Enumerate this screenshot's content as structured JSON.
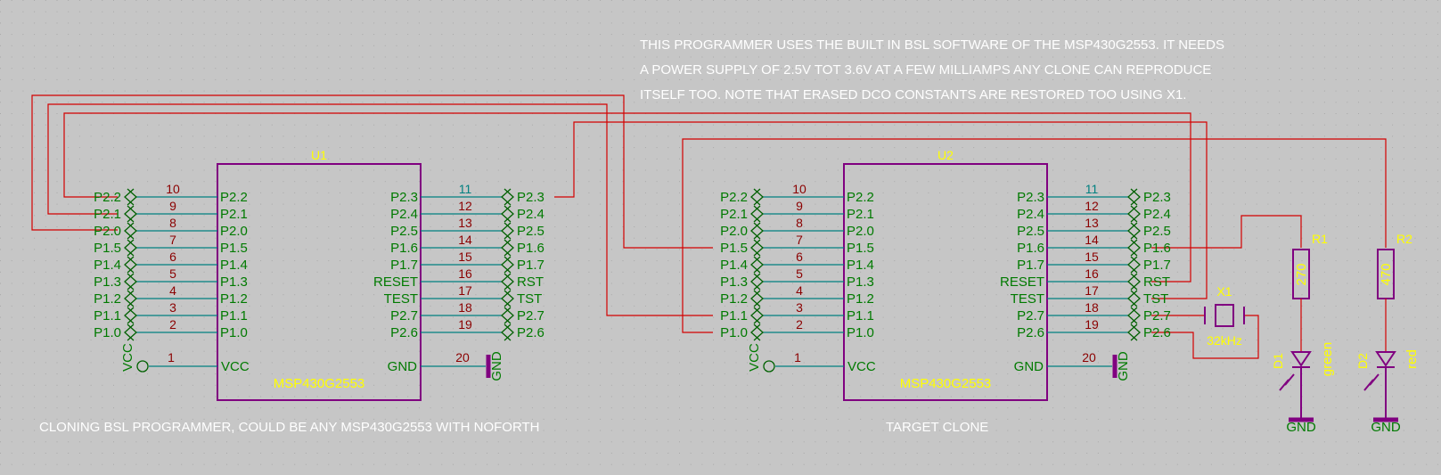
{
  "notes": {
    "top_line1": "THIS PROGRAMMER USES THE BUILT IN BSL SOFTWARE OF THE MSP430G2553. IT NEEDS",
    "top_line2": "A POWER SUPPLY OF 2.5V TOT 3.6V AT A FEW MILLIAMPS ANY CLONE CAN REPRODUCE",
    "top_line3": "ITSELF TOO. NOTE THAT ERASED DCO CONSTANTS ARE RESTORED TOO USING X1.",
    "u1_caption": "CLONING BSL PROGRAMMER, COULD BE ANY MSP430G2553 WITH NOFORTH",
    "u2_caption": "TARGET CLONE"
  },
  "chips": {
    "u1": {
      "ref": "U1",
      "value": "MSP430G2553"
    },
    "u2": {
      "ref": "U2",
      "value": "MSP430G2553"
    },
    "left_pins": [
      {
        "num": "10",
        "name": "P2.2",
        "label": "P2.2"
      },
      {
        "num": "9",
        "name": "P2.1",
        "label": "P2.1"
      },
      {
        "num": "8",
        "name": "P2.0",
        "label": "P2.0"
      },
      {
        "num": "7",
        "name": "P1.5",
        "label": "P1.5"
      },
      {
        "num": "6",
        "name": "P1.4",
        "label": "P1.4"
      },
      {
        "num": "5",
        "name": "P1.3",
        "label": "P1.3"
      },
      {
        "num": "4",
        "name": "P1.2",
        "label": "P1.2"
      },
      {
        "num": "3",
        "name": "P1.1",
        "label": "P1.1"
      },
      {
        "num": "2",
        "name": "P1.0",
        "label": "P1.0"
      }
    ],
    "right_pins": [
      {
        "num": "11",
        "name": "P2.3",
        "label": "P2.3"
      },
      {
        "num": "12",
        "name": "P2.4",
        "label": "P2.4"
      },
      {
        "num": "13",
        "name": "P2.5",
        "label": "P2.5"
      },
      {
        "num": "14",
        "name": "P1.6",
        "label": "P1.6"
      },
      {
        "num": "15",
        "name": "P1.7",
        "label": "P1.7"
      },
      {
        "num": "16",
        "name": "RESET",
        "label": "RST"
      },
      {
        "num": "17",
        "name": "TEST",
        "label": "TST"
      },
      {
        "num": "18",
        "name": "P2.7",
        "label": "P2.7"
      },
      {
        "num": "19",
        "name": "P2.6",
        "label": "P2.6"
      }
    ],
    "vcc_pin": {
      "num": "1",
      "name": "VCC",
      "label": "VCC"
    },
    "gnd_pin": {
      "num": "20",
      "name": "GND",
      "label": "GND"
    }
  },
  "components": {
    "x1": {
      "ref": "X1",
      "value": "32kHz"
    },
    "r1": {
      "ref": "R1",
      "value": "270"
    },
    "r2": {
      "ref": "R2",
      "value": "470"
    },
    "d1": {
      "ref": "D1",
      "value": "green"
    },
    "d2": {
      "ref": "D2",
      "value": "red"
    },
    "gnd_label": "GND"
  },
  "colors": {
    "background": "#c6c6c6",
    "wire": "#d40000",
    "component_outline": "#800080",
    "pin_line": "#008080",
    "pin_name": "#007a00",
    "pin_number": "#8b0000",
    "reference": "#ffff00",
    "note_text": "#ffffff"
  }
}
